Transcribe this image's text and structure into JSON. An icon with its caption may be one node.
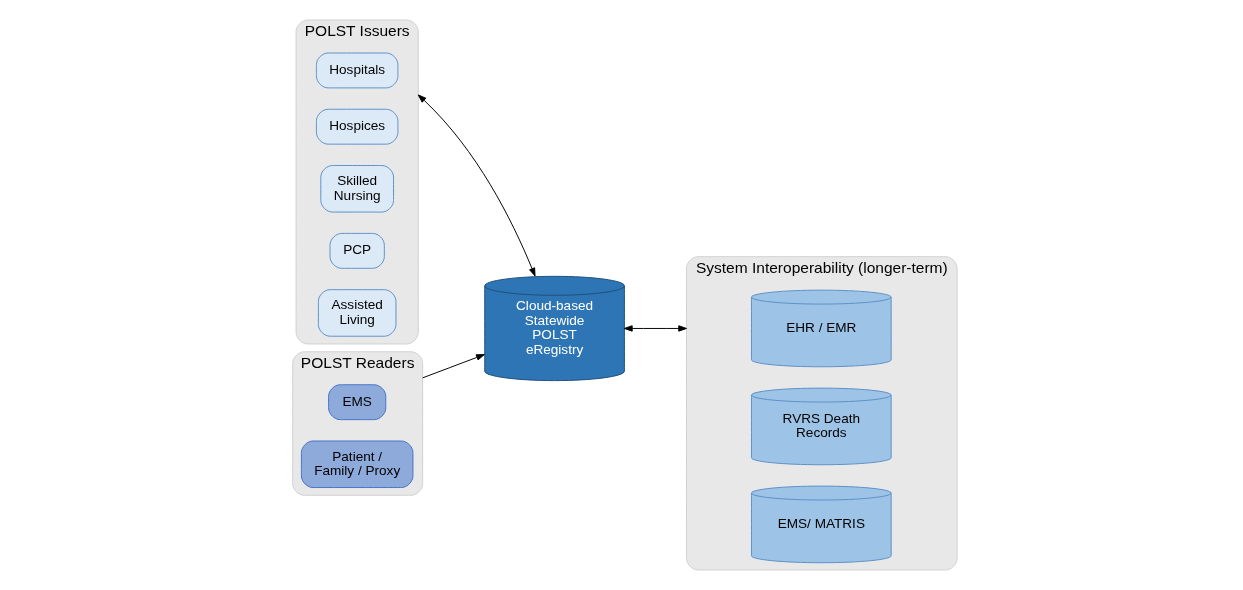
{
  "diagram": {
    "nodes": [
      {
        "text": [
          "POLST Issuers"
        ]
      },
      {
        "text": [
          "Hospitals"
        ],
        "in": 0
      },
      {
        "text": [
          "Hospices"
        ],
        "in": 0
      },
      {
        "text": [
          "Skilled Nursing"
        ],
        "in": 0
      },
      {
        "text": [
          "PCP"
        ],
        "in": 0
      },
      {
        "text": [
          "Assisted Living"
        ],
        "in": 0
      },
      {
        "text": [
          "Cloud-based Statewide POLST eRegistry"
        ]
      },
      {
        "text": [
          "POLST Readers"
        ]
      },
      {
        "text": [
          "EMS"
        ],
        "in": 7
      },
      {
        "text": [
          "Patient / Family / Proxy"
        ],
        "in": 7
      },
      {
        "text": [
          "System Interoperability (longer-term)"
        ]
      },
      {
        "text": [
          "EHR / EMR"
        ],
        "in": 10
      },
      {
        "text": [
          "RVRS Death Records"
        ],
        "in": 10
      },
      {
        "text": [
          "EMS/ MATRIS"
        ],
        "in": 10
      }
    ],
    "edges": [
      {
        "from": 0,
        "to": 6,
        "arrow": "both"
      },
      {
        "from": 7,
        "to": 6,
        "arrow": "to"
      },
      {
        "from": 6,
        "to": 10,
        "arrow": "both"
      }
    ]
  }
}
